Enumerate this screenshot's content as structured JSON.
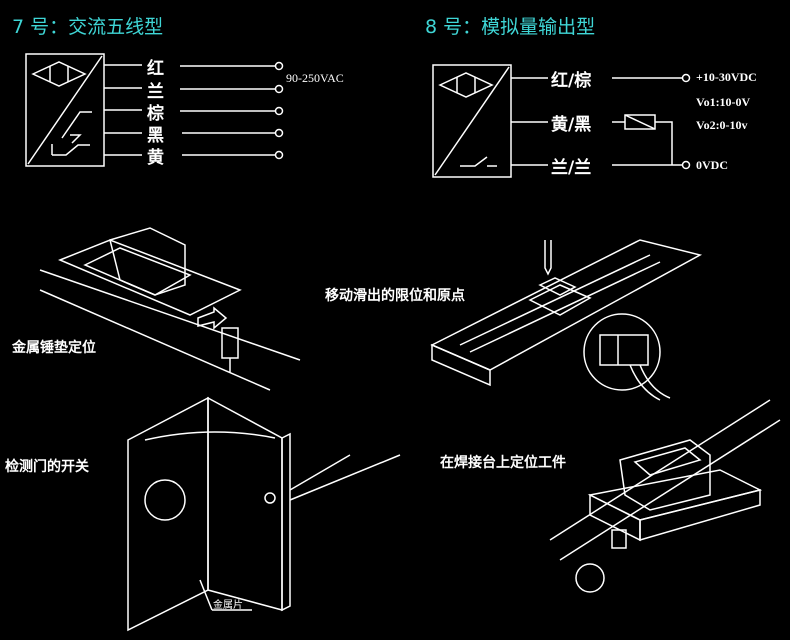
{
  "diagram7": {
    "title": "7 号：交流五线型",
    "wires": [
      "红",
      "兰",
      "棕",
      "黑",
      "黄"
    ],
    "supply": "90-250VAC"
  },
  "diagram8": {
    "title": "8 号：模拟量输出型",
    "wires": [
      "红/棕",
      "黄/黑",
      "兰/兰"
    ],
    "supply_pos": "+10-30VDC",
    "vo1": "Vo1:10-0V",
    "vo2": "Vo2:0-10v",
    "supply_neg": "0VDC"
  },
  "captions": {
    "metal_hammer": "金属锤垫定位",
    "slide_limit": "移动滑出的限位和原点",
    "door_switch": "检测门的开关",
    "metal_sheet": "金属片",
    "welding": "在焊接台上定位工件"
  }
}
